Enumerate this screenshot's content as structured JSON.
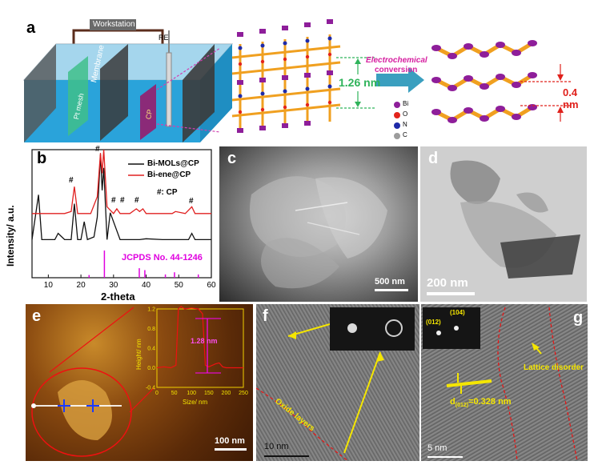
{
  "panel_a": {
    "letter": "a",
    "workstation": "Workstation",
    "re": "RE",
    "membrane": "Membrane",
    "pt_mesh": "Pt mesh",
    "cp": "CP",
    "spacing_mof": "1.26 nm",
    "conversion_line1": "Electrochemical",
    "conversion_line2": "conversion",
    "spacing_bi": "0.4 nm",
    "legend": [
      "Bi",
      "O",
      "N",
      "C"
    ],
    "colors": {
      "bi": "#8e1e9a",
      "o": "#e3241b",
      "n": "#1e2aa8",
      "c": "#9c9c9c",
      "link": "#f0a020",
      "arrow": "#3a9fbf",
      "spacing_green": "#2fb35a",
      "spacing_red": "#e0201b",
      "conversion": "#d61fa0"
    }
  },
  "panel_b": {
    "letter": "b",
    "legend": [
      "Bi-MOLs@CP",
      "Bi-ene@CP"
    ],
    "cp_label": "#: CP",
    "jcpds": "JCPDS No. 44-1246",
    "hash": "#",
    "colors": {
      "mols": "#111111",
      "ene": "#e02020",
      "ref": "#e000e0"
    }
  },
  "panel_c": {
    "letter": "c",
    "scale": "500 nm"
  },
  "panel_d": {
    "letter": "d",
    "scale": "200 nm"
  },
  "panel_e": {
    "letter": "e",
    "scale": "100 nm",
    "inset_label": "1.28 nm"
  },
  "panel_f": {
    "letter": "f",
    "scale": "10 nm",
    "oxide": "Oxide layers"
  },
  "panel_g": {
    "letter": "g",
    "scale": "5 nm",
    "lattice": "Lattice disorder",
    "d_main": "d",
    "d_sub": "(012)",
    "d_value": "=0.328 nm",
    "fft_104": "(104)",
    "fft_012": "(012)"
  },
  "chart_data": [
    {
      "type": "line",
      "xlabel": "2-theta",
      "ylabel": "Intensity/ a.u.",
      "xlim": [
        5,
        60
      ],
      "xticks": [
        10,
        20,
        30,
        40,
        50,
        60
      ],
      "series": [
        {
          "name": "Bi-MOLs@CP",
          "x": [
            5,
            7,
            8,
            12,
            13,
            15,
            17,
            18,
            19,
            20,
            21,
            22,
            24,
            25,
            26,
            26.5,
            27,
            28,
            29,
            32,
            35,
            38,
            40,
            45,
            50,
            53,
            54,
            55,
            58,
            60
          ],
          "y": [
            0.05,
            0.55,
            0.05,
            0.05,
            0.12,
            0.05,
            0.05,
            0.45,
            0.05,
            0.05,
            0.25,
            0.05,
            0.08,
            0.3,
            1.0,
            0.6,
            0.85,
            0.05,
            0.35,
            0.05,
            0.05,
            0.05,
            0.06,
            0.05,
            0.05,
            0.05,
            0.12,
            0.05,
            0.05,
            0.05
          ]
        },
        {
          "name": "Bi-ene@CP",
          "x": [
            5,
            10,
            15,
            17,
            18,
            19,
            23,
            25,
            26,
            26.5,
            27,
            28,
            30,
            31,
            32,
            35,
            37,
            38,
            39,
            40,
            45,
            48,
            49,
            52,
            54,
            55,
            58,
            60
          ],
          "y": [
            0.05,
            0.05,
            0.05,
            0.08,
            0.45,
            0.05,
            0.05,
            0.3,
            0.95,
            0.65,
            1.0,
            0.15,
            0.05,
            0.12,
            0.05,
            0.05,
            0.12,
            0.08,
            0.12,
            0.05,
            0.05,
            0.05,
            0.08,
            0.05,
            0.15,
            0.05,
            0.05,
            0.05
          ]
        },
        {
          "name": "JCPDS No. 44-1246",
          "x": [
            22.5,
            27.2,
            37.9,
            39.6,
            45.9,
            48.7,
            56.0
          ],
          "y": [
            0.1,
            1.0,
            0.35,
            0.28,
            0.12,
            0.2,
            0.12
          ]
        }
      ]
    },
    {
      "type": "line",
      "xlabel": "Size/ nm",
      "ylabel": "Height/ nm",
      "xlim": [
        0,
        250
      ],
      "ylim": [
        -0.4,
        1.2
      ],
      "xticks": [
        0,
        50,
        100,
        150,
        200,
        250
      ],
      "yticks": [
        -0.4,
        0.0,
        0.4,
        0.8,
        1.2
      ],
      "annotation": "1.28 nm",
      "series": [
        {
          "name": "",
          "x": [
            0,
            20,
            40,
            55,
            62,
            70,
            80,
            100,
            120,
            132,
            140,
            150,
            170,
            180,
            190,
            200,
            250
          ],
          "y": [
            0.0,
            0.02,
            0.0,
            0.05,
            1.2,
            1.25,
            1.2,
            1.22,
            1.2,
            1.1,
            0.05,
            0.02,
            0.08,
            0.1,
            0.02,
            0.0,
            0.0
          ]
        }
      ]
    }
  ]
}
